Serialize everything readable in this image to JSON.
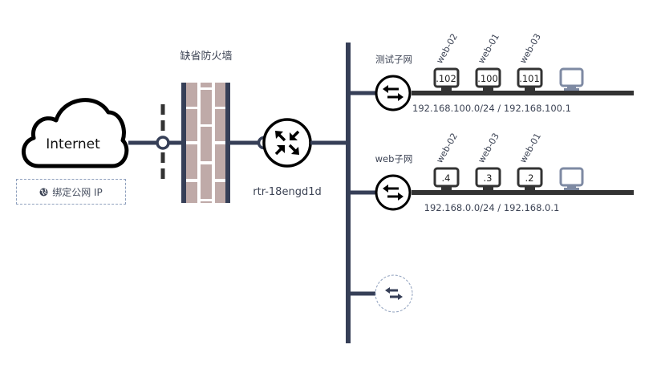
{
  "colors": {
    "line": "#363f57",
    "subnet_line": "#333333",
    "brick": "#bfaaa8",
    "empty_vm": "#7e8aa3",
    "text": "#3d4455"
  },
  "internet": {
    "label": "Internet",
    "icon": "cloud-icon",
    "bind_ip_label": "绑定公网 IP",
    "bind_ip_icon": "globe-icon"
  },
  "firewall": {
    "label": "缺省防火墙",
    "icon": "brick-wall-icon"
  },
  "router": {
    "name": "rtr-18engd1d",
    "icon": "router-arrows-icon"
  },
  "subnets": [
    {
      "name": "测试子网",
      "cidr_gateway": "192.168.100.0/24 / 192.168.100.1",
      "instances": [
        {
          "name": "web-02",
          "ip": ".102"
        },
        {
          "name": "web-01",
          "ip": ".100"
        },
        {
          "name": "web-03",
          "ip": ".101"
        }
      ],
      "add_instance_icon": "monitor-icon"
    },
    {
      "name": "web子网",
      "cidr_gateway": "192.168.0.0/24 / 192.168.0.1",
      "instances": [
        {
          "name": "web-02",
          "ip": ".4"
        },
        {
          "name": "web-03",
          "ip": ".3"
        },
        {
          "name": "web-01",
          "ip": ".2"
        }
      ],
      "add_instance_icon": "monitor-icon"
    }
  ],
  "add_subnet": {
    "icon": "switch-arrows-icon"
  }
}
